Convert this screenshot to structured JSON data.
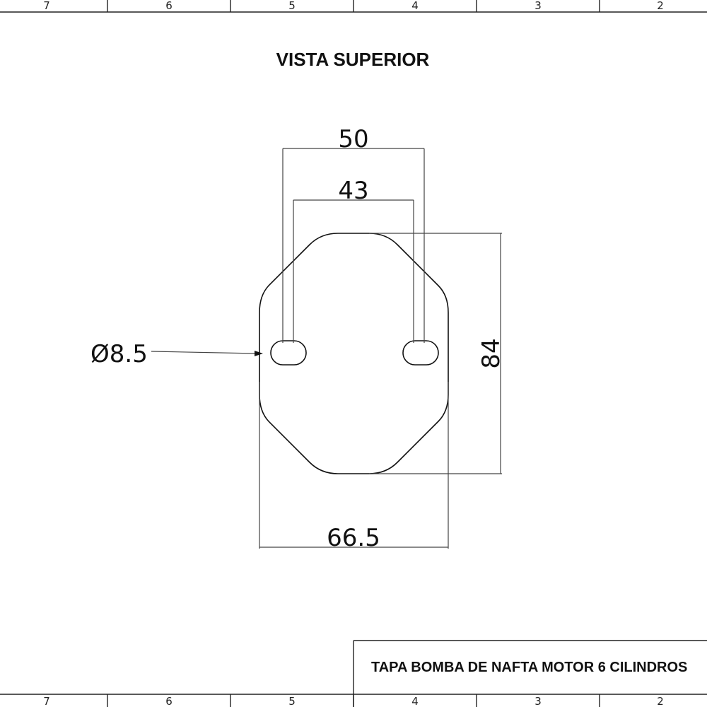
{
  "sheet": {
    "zone_labels_top": [
      "7",
      "6",
      "5",
      "4",
      "3",
      "2"
    ],
    "zone_labels_bottom": [
      "7",
      "6",
      "5",
      "4",
      "3",
      "2"
    ]
  },
  "view": {
    "title": "VISTA SUPERIOR"
  },
  "dimensions": {
    "outer_hole_spacing": "50",
    "inner_hole_spacing": "43",
    "height": "84",
    "width": "66.5",
    "hole_diameter": "Ø8.5"
  },
  "title_block": {
    "title": "TAPA BOMBA DE NAFTA MOTOR 6 CILINDROS"
  }
}
